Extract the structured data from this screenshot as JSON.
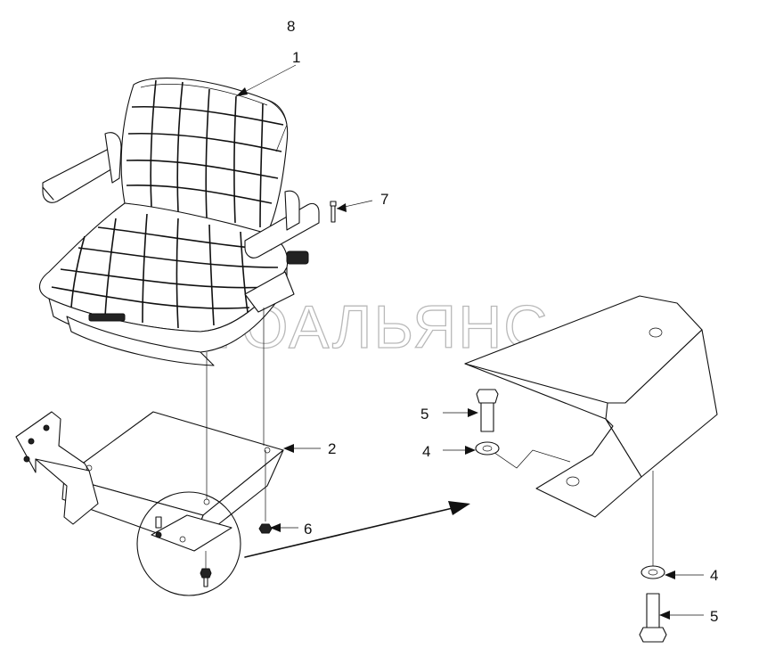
{
  "watermark": "АВТОАЛЬЯНС",
  "callouts": [
    {
      "id": "c8",
      "text": "8"
    },
    {
      "id": "c1",
      "text": "1"
    },
    {
      "id": "c7",
      "text": "7"
    },
    {
      "id": "c2",
      "text": "2"
    },
    {
      "id": "c6",
      "text": "6"
    },
    {
      "id": "c5a",
      "text": "5"
    },
    {
      "id": "c4a",
      "text": "4"
    },
    {
      "id": "c4b",
      "text": "4"
    },
    {
      "id": "c5b",
      "text": "5"
    }
  ]
}
